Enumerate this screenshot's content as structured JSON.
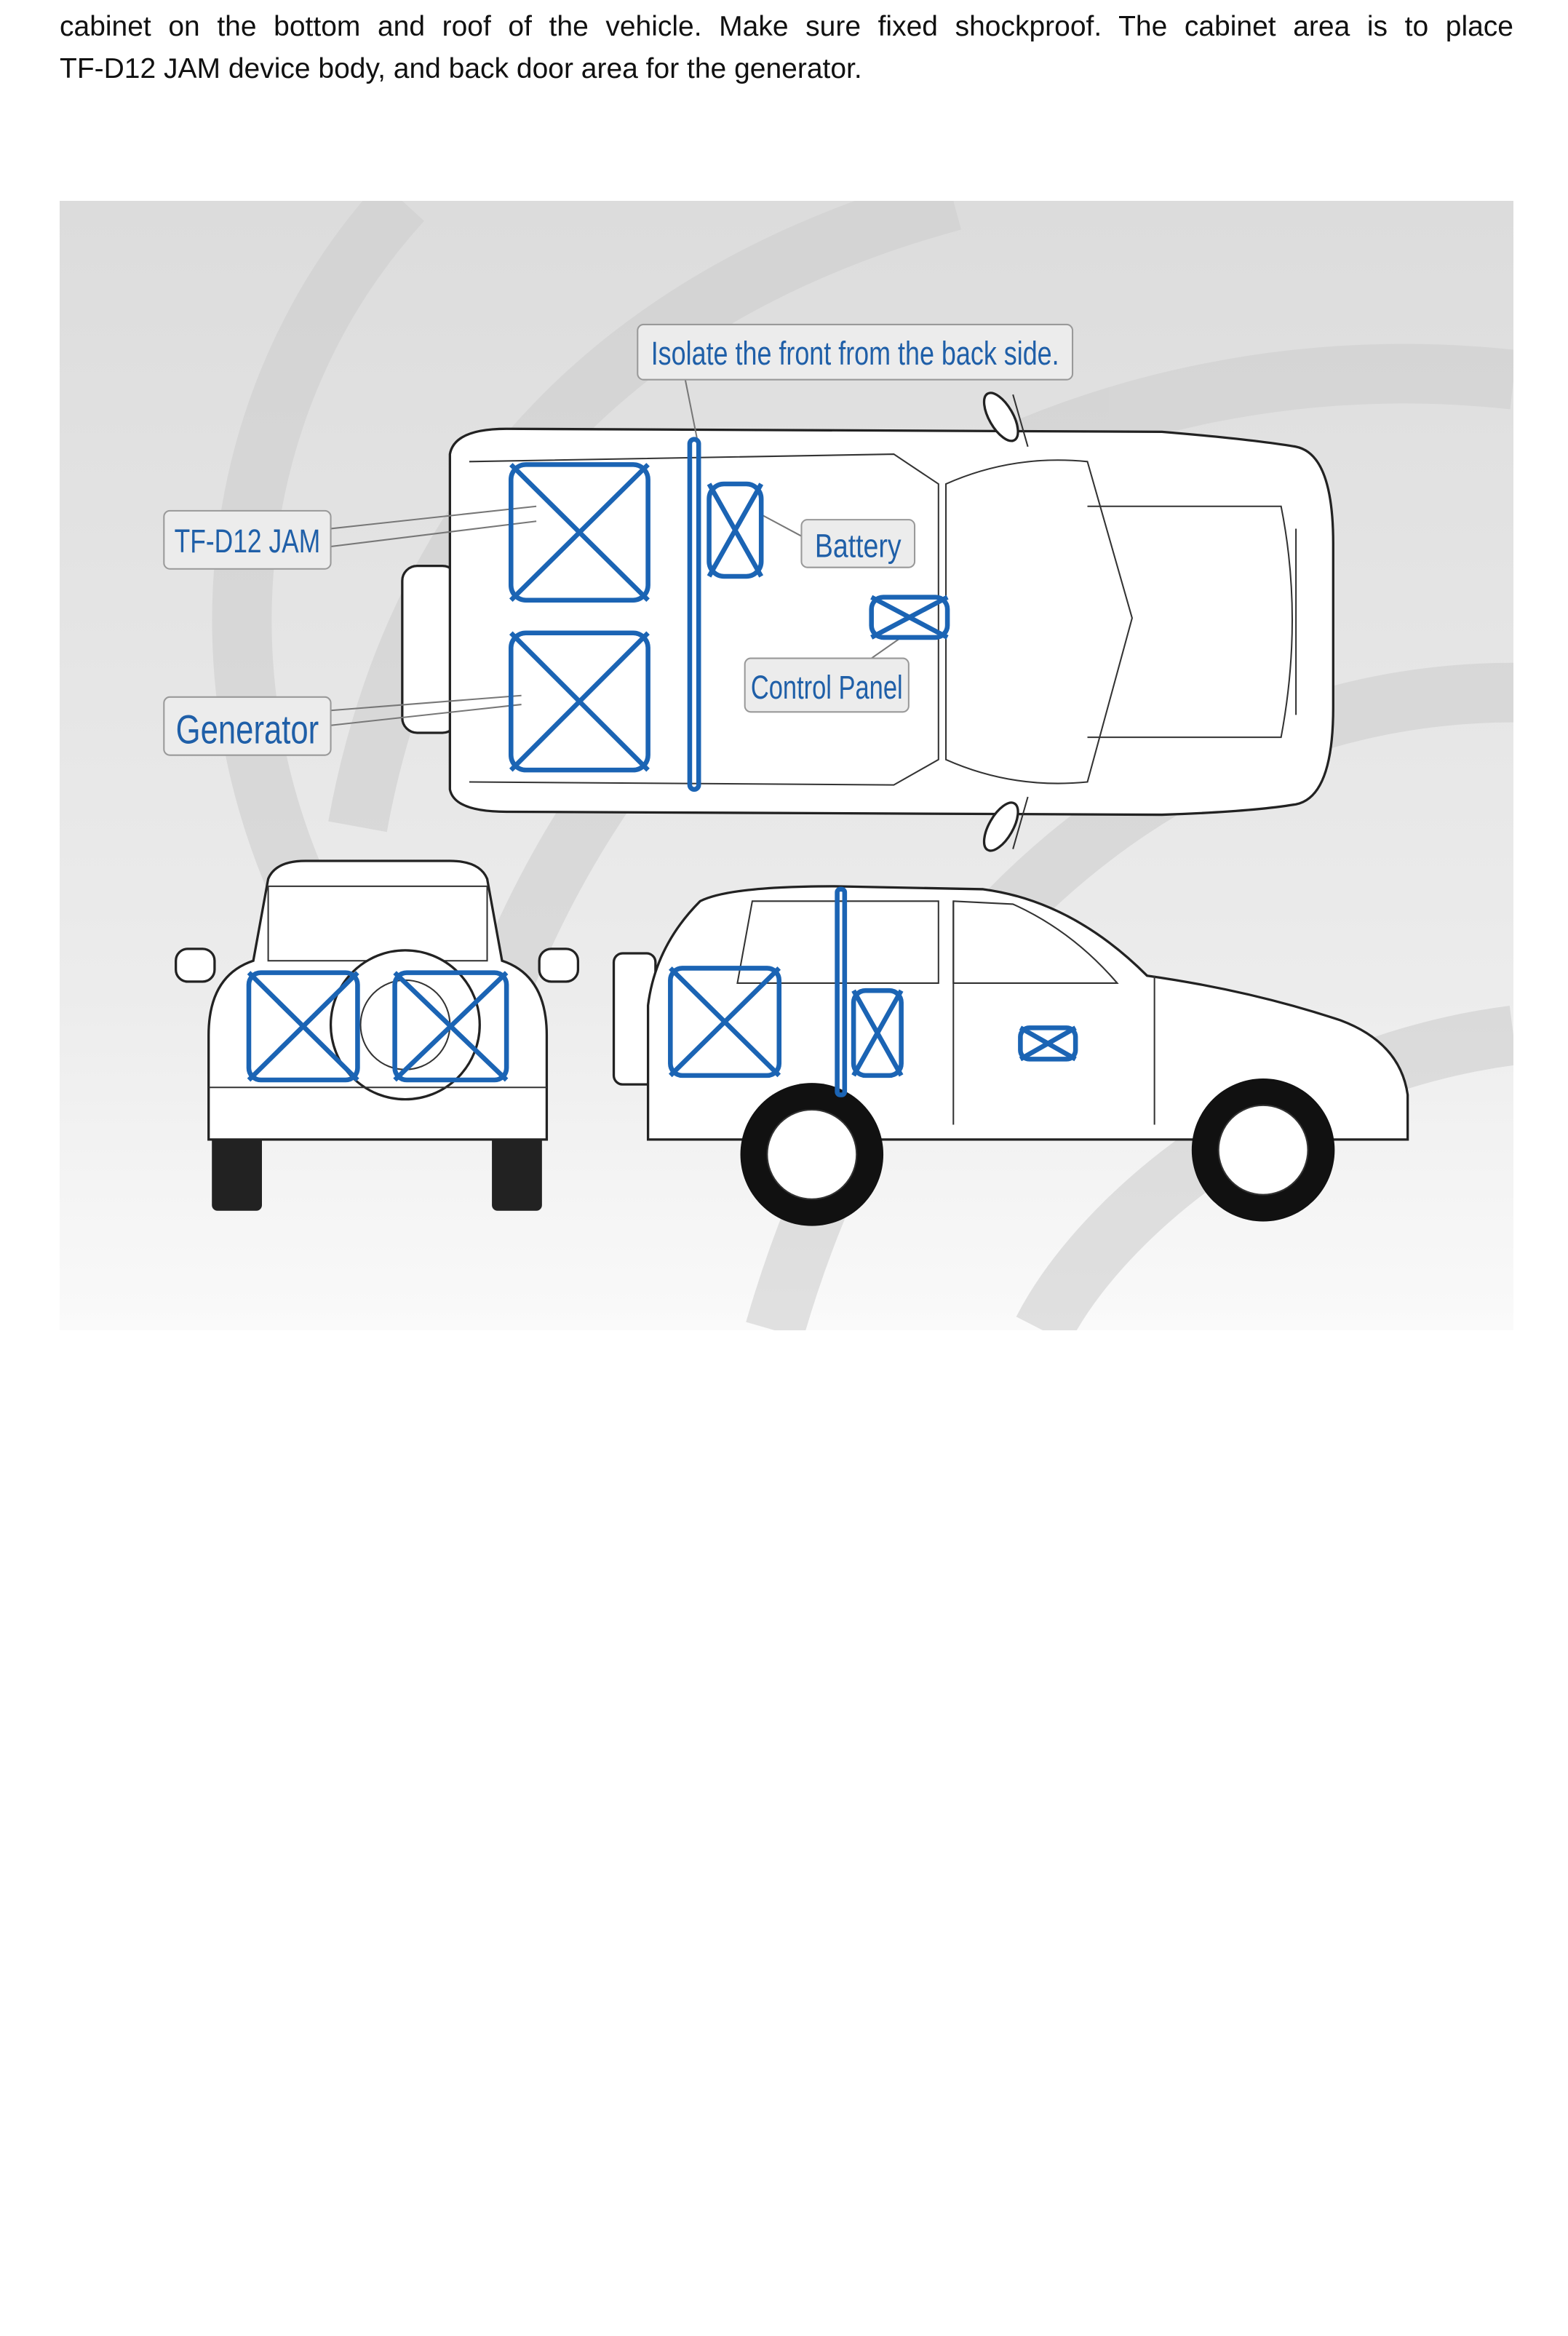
{
  "document": {
    "paragraph_line1": "cabinet on the bottom and roof of the vehicle. Make sure fixed shockproof. The cabinet area is to place",
    "paragraph_line2": "TF-D12 JAM device body, and back door area for the generator."
  },
  "figure": {
    "labels": {
      "isolate": "Isolate the front from the back side.",
      "jammer": "TF-D12 JAM",
      "generator": "Generator",
      "battery": "Battery",
      "control_panel": "Control Panel"
    },
    "colors": {
      "accent": "#1b64b4",
      "background": "#e2e2e2"
    }
  }
}
